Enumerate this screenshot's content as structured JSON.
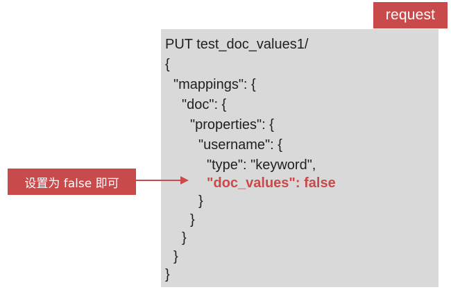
{
  "tag": {
    "label": "request"
  },
  "code": {
    "lines": [
      "PUT test_doc_values1/",
      "{",
      "\"mappings\": {",
      "\"doc\": {",
      "\"properties\": {",
      "\"username\": {",
      "\"type\": \"keyword\",",
      "\"doc_values\": false",
      "}",
      "}",
      "}",
      "}",
      "}"
    ]
  },
  "callout": {
    "label": "设置为 false 即可"
  },
  "colors": {
    "accent": "#c84a4a",
    "panel": "#d9d9d9",
    "text": "#1f1f1f"
  }
}
